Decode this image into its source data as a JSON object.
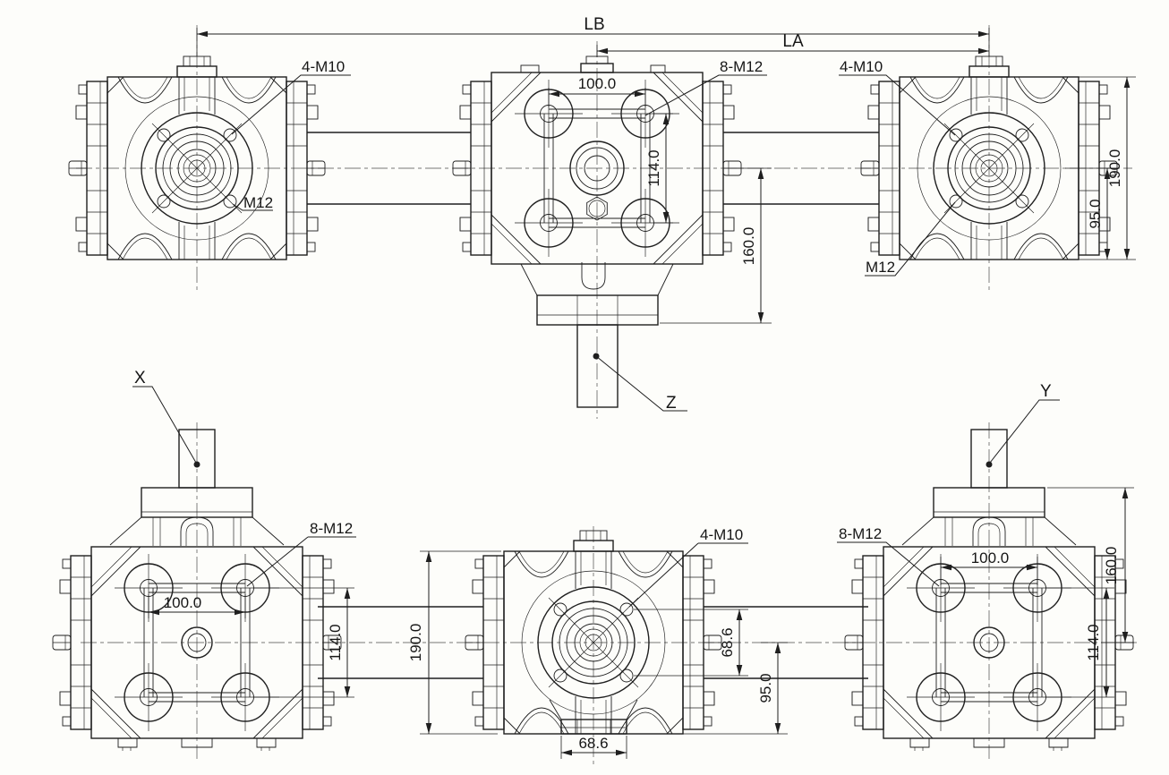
{
  "drawing": {
    "type": "technical-drawing",
    "subject": "three-way right-angle gearbox, orthographic views with dimensions",
    "line_color": "#1f1f1f",
    "background_color": "#fdfdfa",
    "overall": {
      "lb": "LB",
      "la": "LA"
    },
    "axes": {
      "x": "X",
      "y": "Y",
      "z": "Z"
    },
    "views": {
      "top_left": {
        "callout_m10": "4-M10",
        "callout_m12": "M12"
      },
      "top_center": {
        "bolt_spacing_h": "100.0",
        "bolt_spacing_v": "114.0",
        "callout": "8-M12",
        "output_drop": "160.0"
      },
      "top_right": {
        "callout_m10": "4-M10",
        "callout_m12": "M12",
        "overall_height": "190.0",
        "center_height": "95.0"
      },
      "bottom_left": {
        "callout": "8-M12",
        "bolt_spacing_h": "100.0",
        "bolt_spacing_v": "114.0"
      },
      "bottom_center": {
        "overall_height": "190.0",
        "callout": "4-M10",
        "flange_bolt_spacing": "68.6",
        "flange_width": "68.6",
        "center_height": "95.0"
      },
      "bottom_right": {
        "callout": "8-M12",
        "bolt_spacing_h": "100.0",
        "bolt_spacing_v": "114.0",
        "shaft_rise": "160.0"
      }
    }
  }
}
